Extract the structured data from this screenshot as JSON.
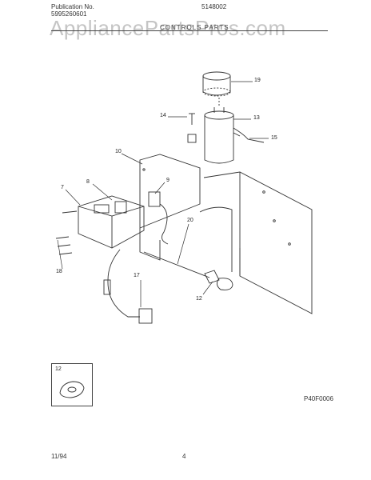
{
  "header": {
    "pub_label": "Publication No.",
    "pub_number": "5995260601",
    "model_code": "5148002",
    "section_title": "CONTROLS PARTS"
  },
  "watermark": "AppliancePartsPros.com",
  "callouts": {
    "c19": "19",
    "c14": "14",
    "c13": "13",
    "c15": "15",
    "c10": "10",
    "c8": "8",
    "c9": "9",
    "c7": "7",
    "c20": "20",
    "c17": "17",
    "c12": "12",
    "c18": "18"
  },
  "inset_label": "12",
  "diagram_code": "P40F0006",
  "footer": {
    "date": "11/94",
    "page": "4"
  }
}
